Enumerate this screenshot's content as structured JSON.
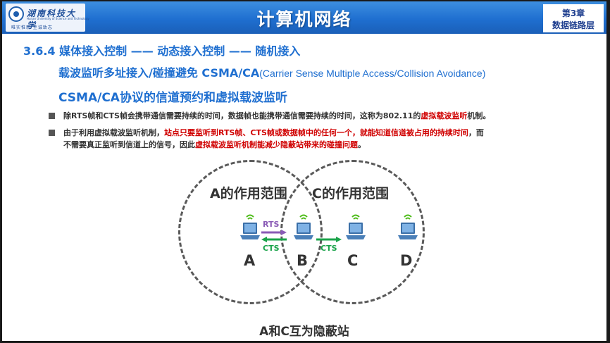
{
  "header": {
    "title": "计算机网络",
    "chapter_line1": "第3章",
    "chapter_line2": "数据链路层",
    "logo_name": "湖南科技大学",
    "logo_en": "Hunan University of Science and Technology",
    "logo_motto": "唯实惟新 至诚致志"
  },
  "heading1": "3.6.4 媒体接入控制 —— 动态接入控制 —— 随机接入",
  "heading2_cn": "载波监听多址接入/碰撞避免 CSMA/CA",
  "heading2_en": "(Carrier Sense Multiple Access/Collision Avoidance)",
  "heading3": "CSMA/CA协议的信道预约和虚拟载波监听",
  "bullet1": {
    "text": "除RTS帧和CTS帧会携带通信需要持续的时间，数据帧也能携带通信需要持续的时间，这称为802.11的",
    "highlight": "虚拟载波监听",
    "tail": "机制。"
  },
  "bullet2": {
    "p1": "由于利用虚拟载波监听机制，",
    "p2": "站点只要监听到RTS帧、CTS帧或数据帧中的任何一个，就能知道信道被占用的持续时间",
    "p3": "，而",
    "p4": "不需要真正监听到信道上的信号，因此",
    "p5": "虚拟载波监听机制能减少隐蔽站带来的碰撞问题",
    "p6": "。"
  },
  "diagram": {
    "range_a": "A的作用范围",
    "range_c": "C的作用范围",
    "nodes": [
      "A",
      "B",
      "C",
      "D"
    ],
    "rts_label": "RTS",
    "cts_label_ab": "CTS",
    "cts_label_bc": "CTS",
    "caption": "A和C互为隐蔽站"
  },
  "colors": {
    "header_blue": "#1f6fd0",
    "heading_blue": "#1f6fd0",
    "highlight_red": "#d00000",
    "rts_purple": "#8a5bb6",
    "cts_green": "#1aa34a",
    "wifi_green": "#4cbb17",
    "laptop_blue": "#4a7fb8"
  },
  "icons": [
    "laptop-icon",
    "wifi-signal-icon",
    "university-logo"
  ]
}
